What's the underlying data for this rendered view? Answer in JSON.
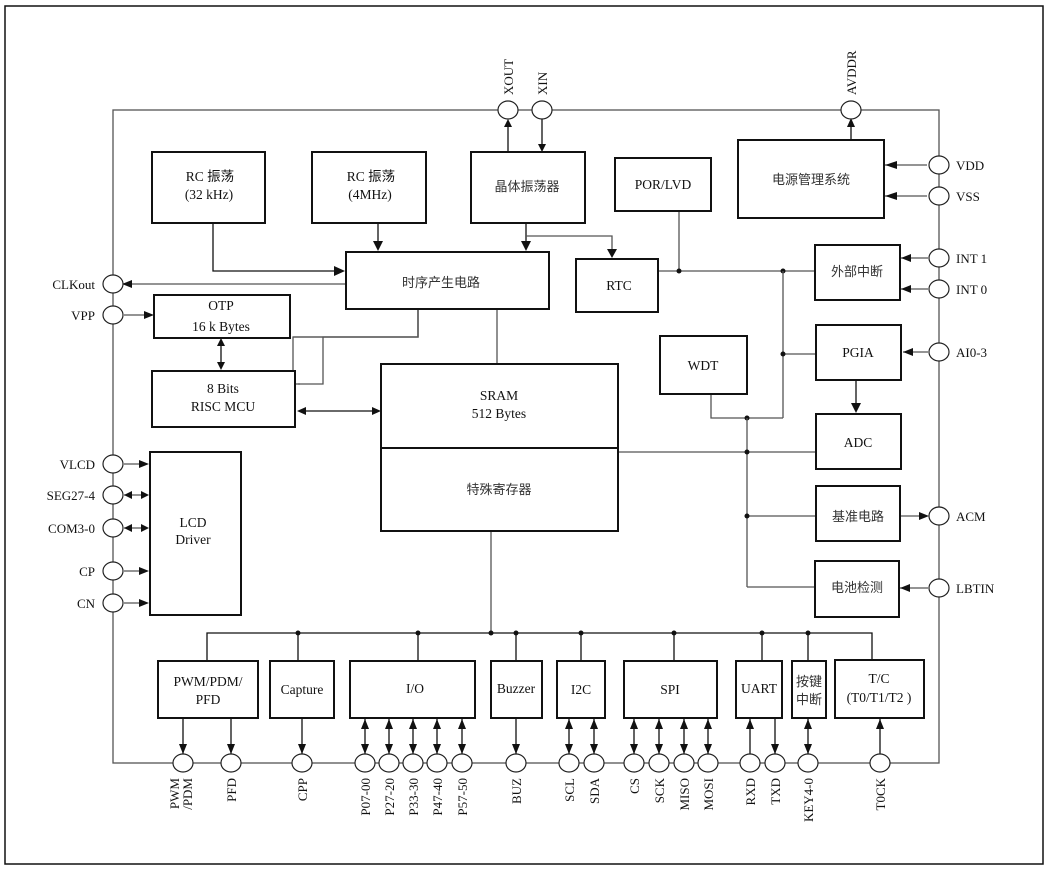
{
  "diagram": {
    "title": "MCU block diagram",
    "blocks": {
      "rc32": {
        "line1": "RC 振荡",
        "line2": "(32 kHz)"
      },
      "rc4m": {
        "line1": "RC 振荡",
        "line2": "(4MHz)"
      },
      "xtal": {
        "line1": "晶体振荡器"
      },
      "porlvd": {
        "line1": "POR/LVD"
      },
      "power": {
        "line1": "电源管理系统"
      },
      "timing": {
        "line1": "时序产生电路"
      },
      "rtc": {
        "line1": "RTC"
      },
      "extint": {
        "line1": "外部中断"
      },
      "otp": {
        "line1": "OTP",
        "line2": "16 k Bytes"
      },
      "mcu": {
        "line1": "8 Bits",
        "line2": "RISC MCU"
      },
      "sram": {
        "line1": "SRAM",
        "line2": "512 Bytes"
      },
      "sfr": {
        "line1": "特殊寄存器"
      },
      "wdt": {
        "line1": "WDT"
      },
      "pgia": {
        "line1": "PGIA"
      },
      "adc": {
        "line1": "ADC"
      },
      "ref": {
        "line1": "基准电路"
      },
      "batt": {
        "line1": "电池检测"
      },
      "lcd": {
        "line1": "LCD",
        "line2": "Driver"
      },
      "pwm": {
        "line1": "PWM/PDM/",
        "line2": "PFD"
      },
      "capture": {
        "line1": "Capture"
      },
      "io": {
        "line1": "I/O"
      },
      "buzzer": {
        "line1": "Buzzer"
      },
      "i2c": {
        "line1": "I2C"
      },
      "spi": {
        "line1": "SPI"
      },
      "uart": {
        "line1": "UART"
      },
      "key": {
        "line1": "按键",
        "line2": "中断"
      },
      "tc": {
        "line1": "T/C",
        "line2": "(T0/T1/T2 )"
      }
    },
    "pins": {
      "top": [
        "XOUT",
        "XIN",
        "AVDDR"
      ],
      "right": [
        "VDD",
        "VSS",
        "INT 1",
        "INT 0",
        "AI0-3",
        "ACM",
        "LBTIN"
      ],
      "left": [
        "CLKout",
        "VPP",
        "VLCD",
        "SEG27-4",
        "COM3-0",
        "CP",
        "CN"
      ],
      "bottom": [
        "PWM",
        "/PDM",
        "PFD",
        "CPP",
        "P07-00",
        "P27-20",
        "P33-30",
        "P47-40",
        "P57-50",
        "BUZ",
        "SCL",
        "SDA",
        "CS",
        "SCK",
        "MISO",
        "MOSI",
        "RXD",
        "TXD",
        "KEY4-0",
        "T0CK"
      ]
    }
  }
}
